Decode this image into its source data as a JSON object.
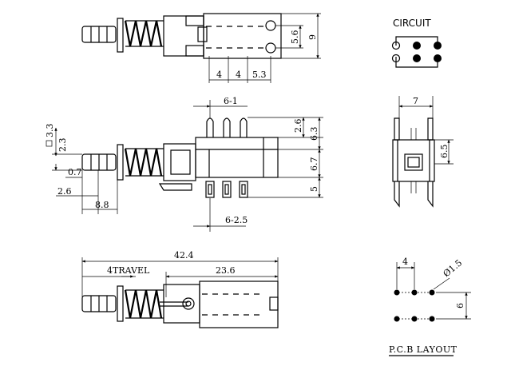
{
  "labels": {
    "circuit": "CIRCUIT",
    "pcb_layout": "P.C.B  LAYOUT",
    "travel": "4TRAVEL"
  },
  "dims": {
    "top_4a": "4",
    "top_4b": "4",
    "top_5_3": "5.3",
    "top_5_6": "5.6",
    "top_9": "9",
    "side_6_1": "6-1",
    "side_2_6": "2.6",
    "side_6_3": "6.3",
    "side_6_7": "6.7",
    "side_5": "5",
    "side_6_2_5": "6-2.5",
    "side_3_3": "3.3",
    "side_2_3": "2.3",
    "side_0_7": "0.7",
    "side_2_6_left": "2.6",
    "side_8_8": "8.8",
    "end_7": "7",
    "end_6_5": "6.5",
    "bottom_42_4": "42.4",
    "bottom_23_6": "23.6",
    "pcb_4": "4",
    "pcb_dia": "Ø1.5",
    "pcb_6": "6"
  }
}
